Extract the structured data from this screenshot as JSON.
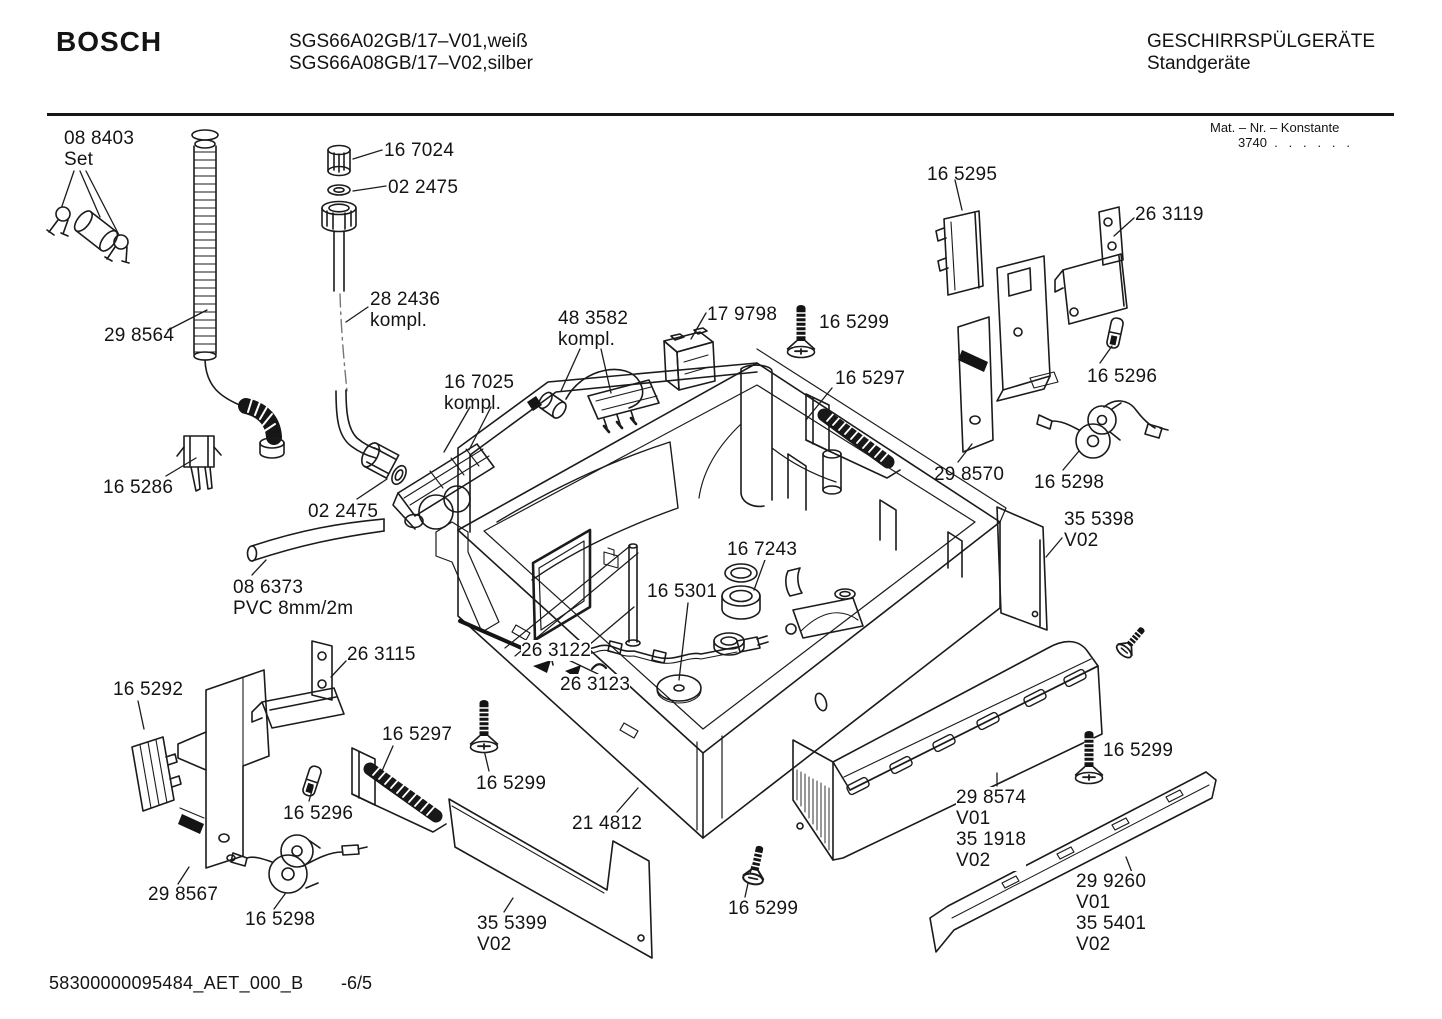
{
  "header": {
    "brand": "BOSCH",
    "models": "SGS66A02GB/17–V01,weiß\nSGS66A08GB/17–V02,silber",
    "title": "GESCHIRRSPÜLGERÄTE\nStandgeräte",
    "mat_nr_label": "Mat. – Nr. – Konstante",
    "mat_nr_value": "3740  .   .   .   .   .   ."
  },
  "footer": {
    "doc_number": "58300000095484_AET_000_B",
    "page": "-6/5"
  },
  "labels": [
    {
      "id": "08-8403",
      "text": "08 8403\nSet"
    },
    {
      "id": "16-7024",
      "text": "16 7024"
    },
    {
      "id": "02-2475-top",
      "text": "02 2475"
    },
    {
      "id": "28-2436",
      "text": "28 2436\nkompl."
    },
    {
      "id": "29-8564",
      "text": "29 8564"
    },
    {
      "id": "48-3582",
      "text": "48 3582\nkompl."
    },
    {
      "id": "17-9798",
      "text": "17 9798"
    },
    {
      "id": "16-5299-top",
      "text": "16 5299"
    },
    {
      "id": "16-5295",
      "text": "16 5295"
    },
    {
      "id": "26-3119",
      "text": "26 3119"
    },
    {
      "id": "16-5297-top",
      "text": "16 5297"
    },
    {
      "id": "16-5296-right",
      "text": "16 5296"
    },
    {
      "id": "16-7025",
      "text": "16 7025\nkompl."
    },
    {
      "id": "16-5286",
      "text": "16 5286"
    },
    {
      "id": "29-8570",
      "text": "29 8570"
    },
    {
      "id": "16-5298-right",
      "text": "16 5298"
    },
    {
      "id": "02-2475-mid",
      "text": "02 2475"
    },
    {
      "id": "35-5398",
      "text": "35 5398\nV02"
    },
    {
      "id": "16-7243",
      "text": "16 7243"
    },
    {
      "id": "16-5301",
      "text": "16 5301"
    },
    {
      "id": "08-6373",
      "text": "08 6373\nPVC 8mm/2m"
    },
    {
      "id": "26-3122",
      "text": "26 3122"
    },
    {
      "id": "26-3115",
      "text": "26 3115"
    },
    {
      "id": "26-3123",
      "text": "26 3123"
    },
    {
      "id": "16-5292",
      "text": "16 5292"
    },
    {
      "id": "16-5297-bottom",
      "text": "16 5297"
    },
    {
      "id": "16-5299-bottom-left",
      "text": "16 5299"
    },
    {
      "id": "16-5296-bottom",
      "text": "16 5296"
    },
    {
      "id": "21-4812",
      "text": "21 4812"
    },
    {
      "id": "16-5299-right",
      "text": "16 5299"
    },
    {
      "id": "29-8574",
      "text": "29 8574\nV01\n35 1918\nV02"
    },
    {
      "id": "29-8567",
      "text": "29 8567"
    },
    {
      "id": "16-5298-bottom",
      "text": "16 5298"
    },
    {
      "id": "35-5399",
      "text": "35 5399\nV02"
    },
    {
      "id": "16-5299-bottom-center",
      "text": "16 5299"
    },
    {
      "id": "29-9260",
      "text": "29 9260\nV01\n35 5401\nV02"
    }
  ]
}
